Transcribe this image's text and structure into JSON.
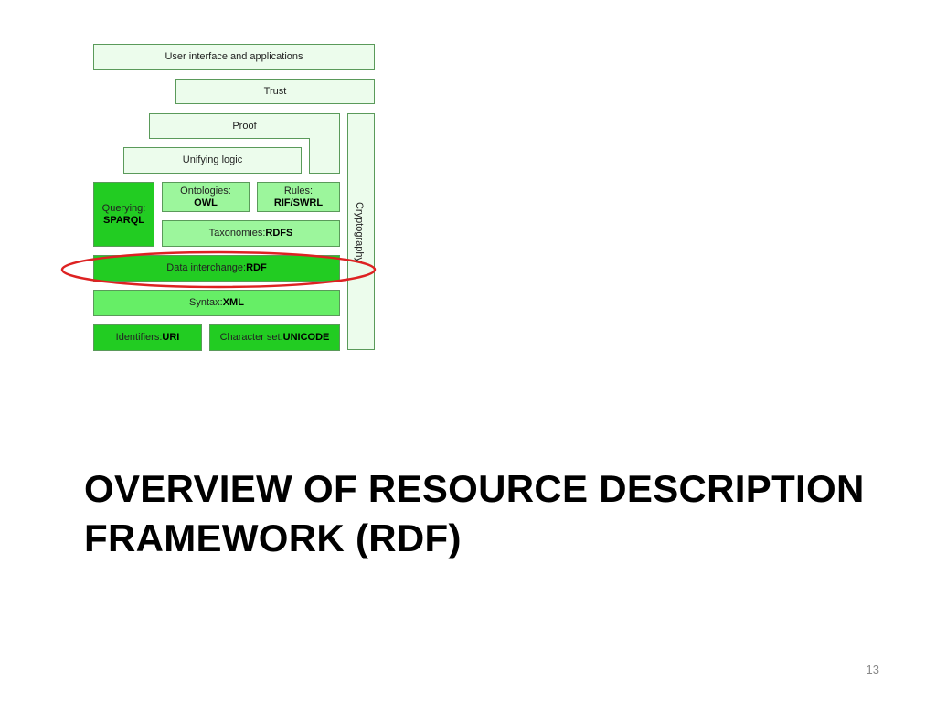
{
  "diagram": {
    "user_interface": "User interface and applications",
    "trust": "Trust",
    "proof": "Proof",
    "unifying_logic": "Unifying logic",
    "ontologies": {
      "label": "Ontologies:",
      "value": "OWL"
    },
    "rules": {
      "label": "Rules:",
      "value": "RIF/SWRL"
    },
    "querying": {
      "label": "Querying:",
      "value": "SPARQL"
    },
    "taxonomies": {
      "label": "Taxonomies: ",
      "value": "RDFS"
    },
    "data_interchange": {
      "label": "Data interchange: ",
      "value": "RDF"
    },
    "syntax": {
      "label": "Syntax: ",
      "value": "XML"
    },
    "identifiers": {
      "label": "Identifiers: ",
      "value": "URI"
    },
    "character_set": {
      "label": "Character set: ",
      "value": "UNICODE"
    },
    "cryptography": "Cryptography"
  },
  "colors": {
    "highlight_ring": "#dd2222",
    "pale_green": "#ecfcec",
    "light_green": "#9cf69c",
    "mid_green": "#66ee66",
    "dark_green": "#22cc22"
  },
  "title": "OVERVIEW OF RESOURCE DESCRIPTION FRAMEWORK (RDF)",
  "page_number": "13"
}
